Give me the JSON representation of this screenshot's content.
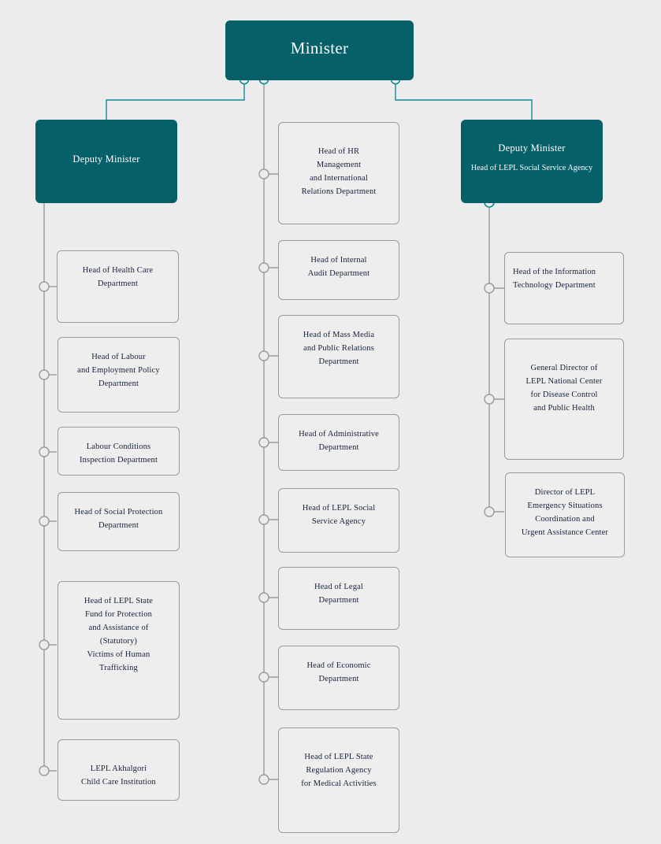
{
  "diagram": {
    "title": "Ministry organizational chart",
    "background_color": "#ececec",
    "accent_color": "#056069",
    "connector_accent_color": "#0f8a93",
    "connector_plain_color": "#9a9a9a",
    "box_fill_color": "#eeeeee",
    "box_border_color": "#9a9a9a",
    "text_color": "#16213c"
  },
  "root": {
    "label": "Minister"
  },
  "deputy_left": {
    "label": "Deputy Minister"
  },
  "deputy_right": {
    "label": "Deputy Minister",
    "subtitle": "Head of LEPL Social Service Agency"
  },
  "left_branch": [
    {
      "label": "Head of Health Care\nDepartment"
    },
    {
      "label": "Head of Labour\nand Employment Policy\nDepartment"
    },
    {
      "label": "Labour Conditions\nInspection Department"
    },
    {
      "label": "Head of Social Protection\nDepartment"
    },
    {
      "label": "Head of LEPL State\nFund for Protection\nand Assistance of\n(Statutory)\nVictims of Human\nTrafficking"
    },
    {
      "label": "LEPL Akhalgori\nChild Care Institution"
    }
  ],
  "center_branch": [
    {
      "label": "Head of HR\nManagement\nand International\nRelations  Department"
    },
    {
      "label": "Head of Internal\nAudit Department"
    },
    {
      "label": "Head of Mass Media\nand Public Relations\nDepartment"
    },
    {
      "label": "Head of Administrative\nDepartment"
    },
    {
      "label": "Head of LEPL Social\nService Agency"
    },
    {
      "label": "Head of Legal\nDepartment"
    },
    {
      "label": "Head of Economic\nDepartment"
    },
    {
      "label": "Head of LEPL State\nRegulation Agency\nfor Medical Activities"
    }
  ],
  "right_branch": [
    {
      "label": "Head of the Information\nTechnology Department"
    },
    {
      "label": "General Director of\nLEPL National Center\nfor Disease Control\nand Public Health"
    },
    {
      "label": "Director of LEPL\nEmergency Situations\nCoordination and\nUrgent Assistance Center"
    }
  ]
}
